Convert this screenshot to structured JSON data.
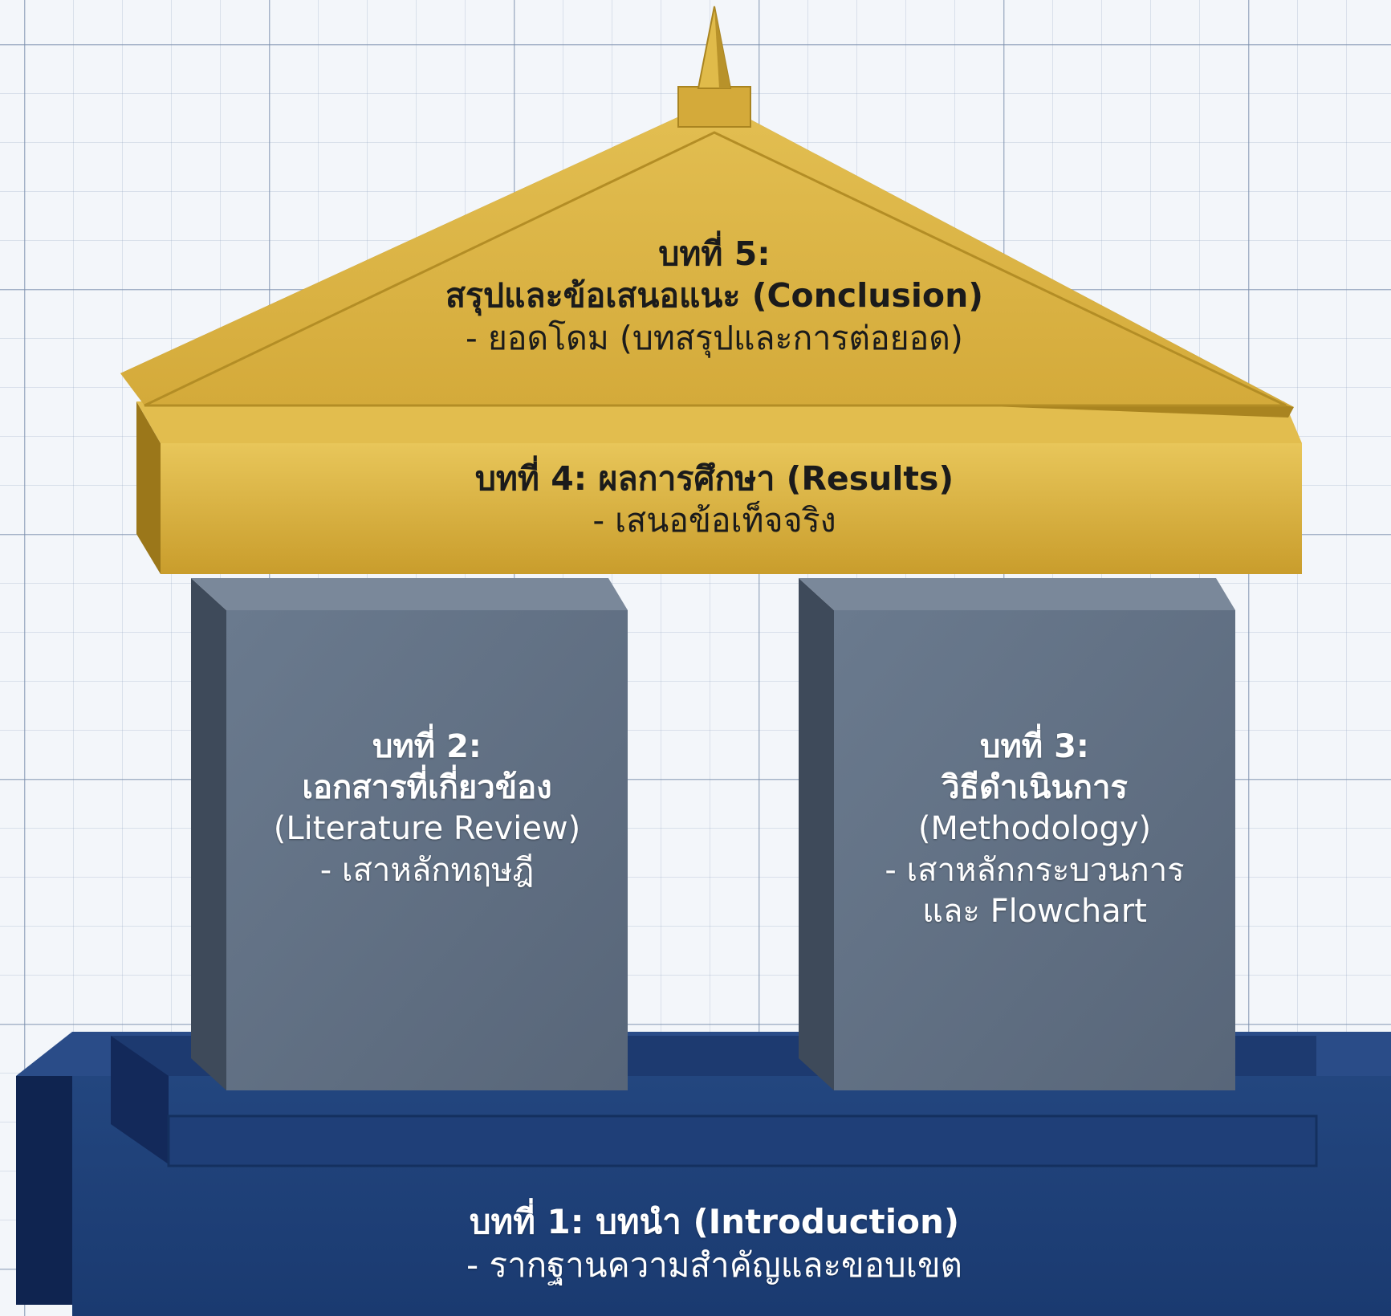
{
  "chapter5": {
    "title": "บทที่ 5:",
    "name": "สรุปและข้อเสนอแนะ (Conclusion)",
    "desc": "- ยอดโดม (บทสรุปและการต่อยอด)"
  },
  "chapter4": {
    "title": "บทที่ 4: ผลการศึกษา (Results)",
    "desc": "- เสนอข้อเท็จจริง"
  },
  "chapter2": {
    "title": "บทที่ 2:",
    "name": "เอกสารที่เกี่ยวข้อง",
    "name_en": "(Literature Review)",
    "desc": "- เสาหลักทฤษฎี"
  },
  "chapter3": {
    "title": "บทที่ 3:",
    "name": "วิธีดำเนินการ",
    "name_en": "(Methodology)",
    "desc": "- เสาหลักกระบวนการ",
    "desc2": "และ Flowchart"
  },
  "chapter1": {
    "title": "บทที่ 1: บทนำ (Introduction)",
    "desc": "- รากฐานความสำคัญและขอบเขต"
  },
  "colors": {
    "gold": "#d9b142",
    "gold_dark": "#a47f1c",
    "pillar": "#5e6d80",
    "pillar_dark": "#3e4a5a",
    "base": "#1f3f78",
    "base_dark": "#13295a"
  }
}
